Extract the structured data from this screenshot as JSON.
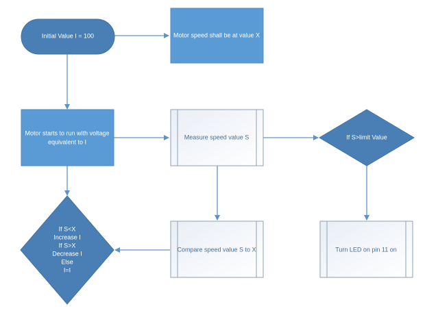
{
  "nodes": {
    "start": {
      "label": "Initial Value I = 100"
    },
    "target": {
      "label": "Motor speed shall be at value X"
    },
    "motor_run": {
      "lines": [
        "Motor starts to run with voltage",
        "equivalent to I"
      ]
    },
    "measure": {
      "label": "Measure speed value S"
    },
    "limit_check": {
      "label": "If S>limit Value"
    },
    "adjust": {
      "lines": [
        "If S<X",
        "Increase I",
        "If S>X",
        "Decrease I",
        "Else",
        "I=I"
      ]
    },
    "compare": {
      "label": "Compare speed value S to X"
    },
    "led": {
      "label": "Turn LED on pin 11 on"
    }
  },
  "colors": {
    "dark_fill": "#4a7fb5",
    "light_fill": "#5b9bd5",
    "connector": "#5f93c4",
    "process_border": "#8f9fb3"
  }
}
